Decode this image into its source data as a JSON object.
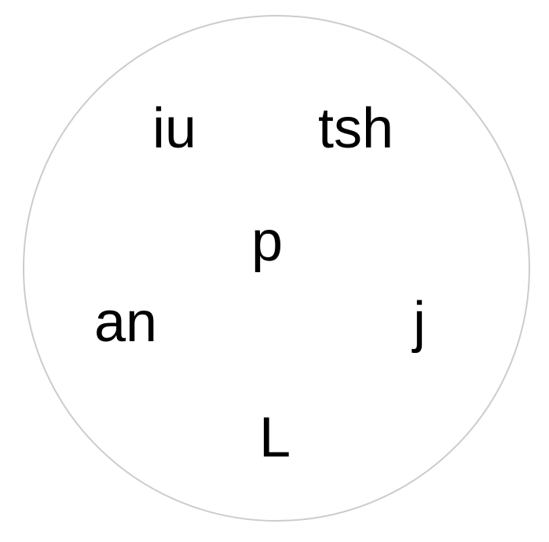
{
  "tokens": {
    "iu": "iu",
    "tsh": "tsh",
    "p": "p",
    "an": "an",
    "j": "j",
    "L": "L"
  },
  "colors": {
    "text": "#000000",
    "circle_border": "#cccccc",
    "background": "#ffffff"
  }
}
